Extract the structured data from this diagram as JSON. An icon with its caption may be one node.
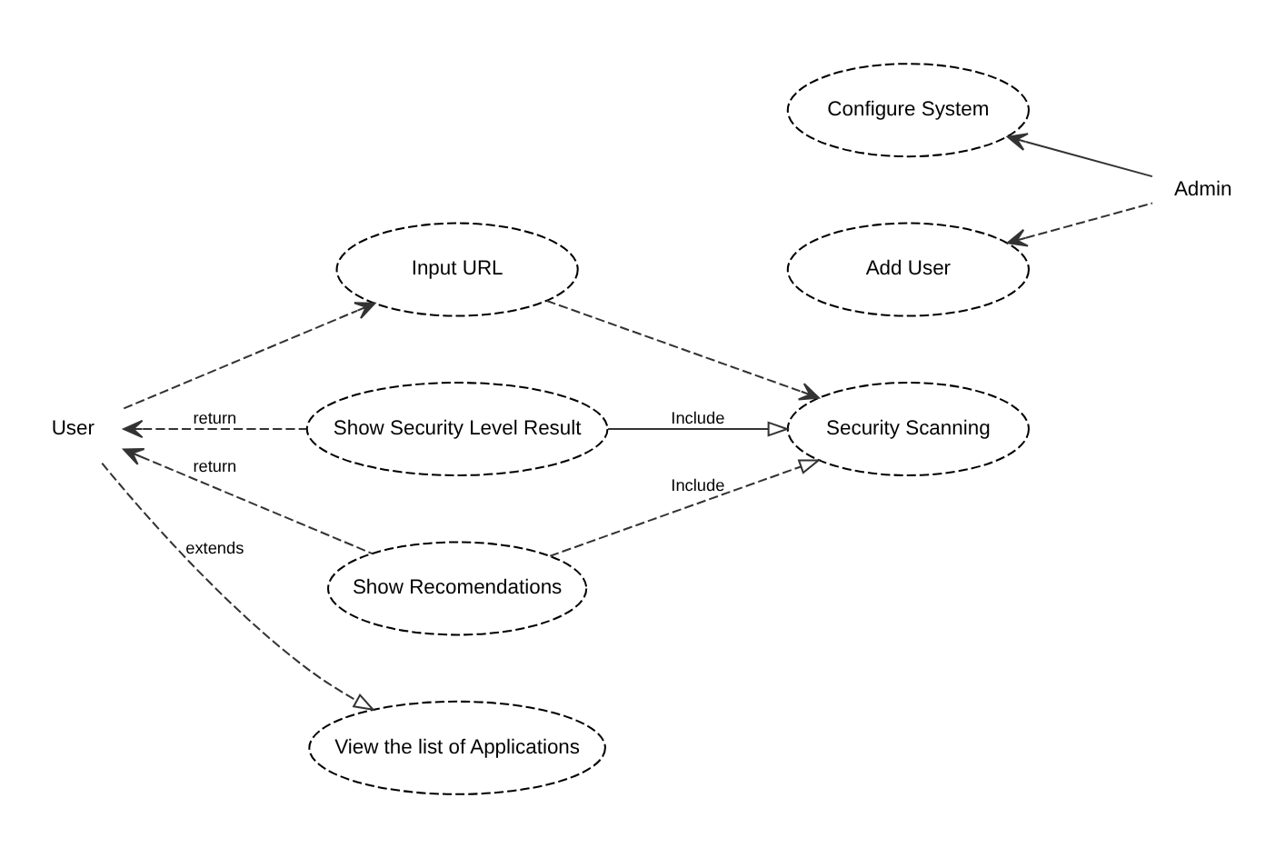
{
  "diagram": {
    "nodes": [
      {
        "text": [
          "User"
        ]
      },
      {
        "text": [
          "Input URL"
        ]
      },
      {
        "text": [
          "Show Security Level Result"
        ]
      },
      {
        "text": [
          "Security Scanning"
        ]
      },
      {
        "text": [
          "Show Recomendations"
        ]
      },
      {
        "text": [
          "Configure System"
        ]
      },
      {
        "text": [
          "Admin"
        ]
      },
      {
        "text": [
          "View the list of Applications"
        ]
      },
      {
        "text": [
          "Add User"
        ]
      }
    ],
    "edges": [
      {
        "from": 0,
        "to": 1,
        "arrow": "to",
        "style": "dashed"
      },
      {
        "from": 1,
        "to": 3,
        "arrow": "to",
        "style": "dashed"
      },
      {
        "from": 2,
        "to": 0,
        "arrow": "to",
        "style": "dashed",
        "label": "return"
      },
      {
        "from": 2,
        "to": 3,
        "arrow": "to",
        "label": "Include"
      },
      {
        "from": 4,
        "to": 0,
        "arrow": "to",
        "style": "dashed",
        "label": "return"
      },
      {
        "from": 4,
        "to": 3,
        "arrow": "to",
        "style": "dashed",
        "label": "Include"
      },
      {
        "from": 0,
        "to": 7,
        "arrow": "to",
        "style": "dashed",
        "label": "extends"
      },
      {
        "from": 6,
        "to": 5,
        "arrow": "to"
      },
      {
        "from": 6,
        "to": 8,
        "arrow": "to",
        "style": "dashed"
      }
    ]
  }
}
